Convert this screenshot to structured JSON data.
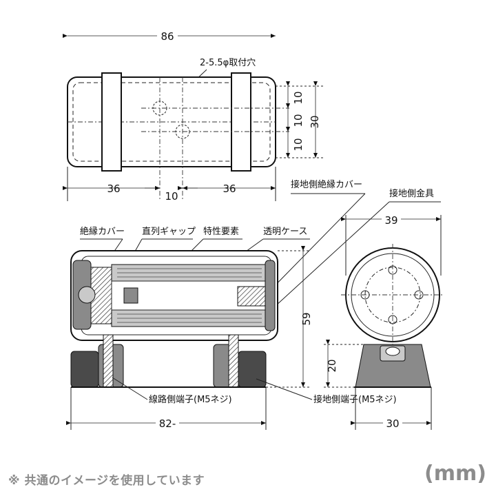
{
  "dimensions": {
    "top_width": "86",
    "left_spacing": "36",
    "right_spacing": "36",
    "center_gap": "10",
    "height_a": "10",
    "height_b": "10",
    "height_c": "10",
    "total_height_top": "30",
    "side_diameter": "39",
    "body_height": "59",
    "terminal_height": "20",
    "bottom_width": "82-",
    "side_width": "30"
  },
  "labels": {
    "mount_holes": "2-5.5φ取付穴",
    "ground_insulation_cover": "接地側絶縁カバー",
    "ground_fitting": "接地側金具",
    "insulation_cover": "絶縁カバー",
    "series_gap": "直列ギャップ",
    "characteristic_element": "特性要素",
    "transparent_case": "透明ケース",
    "line_terminal": "線路側端子(M5ネジ)",
    "ground_terminal": "接地側端子(M5ネジ)"
  },
  "footer": {
    "note": "※ 共通のイメージを使用しています",
    "unit": "(mm)"
  }
}
